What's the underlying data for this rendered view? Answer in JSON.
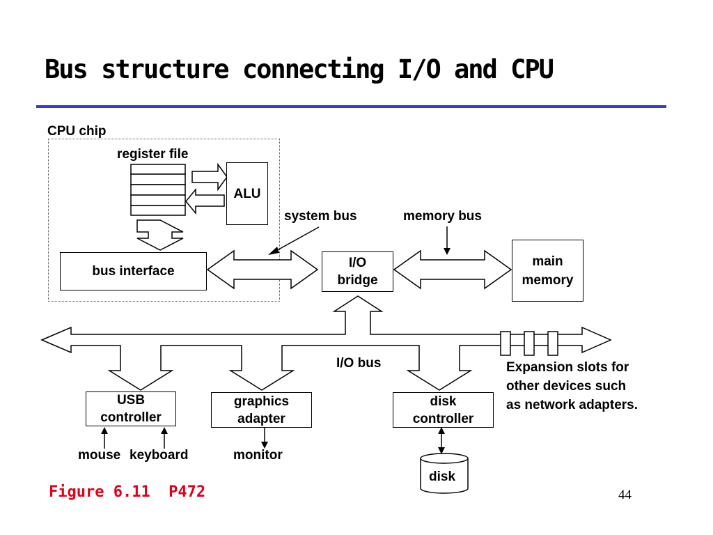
{
  "slide": {
    "title": "Bus structure connecting I/O and CPU",
    "figure_ref": "Figure 6.11  P472",
    "page_number": "44",
    "rule_color": "#3a3ad0",
    "figure_color": "#e0001a"
  },
  "diagram": {
    "cpu_chip_label": "CPU chip",
    "register_file_label": "register file",
    "alu_label": "ALU",
    "bus_interface_label": "bus interface",
    "system_bus_label": "system bus",
    "memory_bus_label": "memory bus",
    "io_bridge_label": [
      "I/O",
      "bridge"
    ],
    "main_memory_label": [
      "main",
      "memory"
    ],
    "io_bus_label": "I/O bus",
    "usb_controller_label": [
      "USB",
      "controller"
    ],
    "graphics_adapter_label": [
      "graphics",
      "adapter"
    ],
    "disk_controller_label": [
      "disk",
      "controller"
    ],
    "mouse_label": "mouse",
    "keyboard_label": "keyboard",
    "monitor_label": "monitor",
    "disk_label": "disk",
    "expansion_note": [
      "Expansion slots for",
      "other devices such",
      "as network adapters."
    ]
  }
}
